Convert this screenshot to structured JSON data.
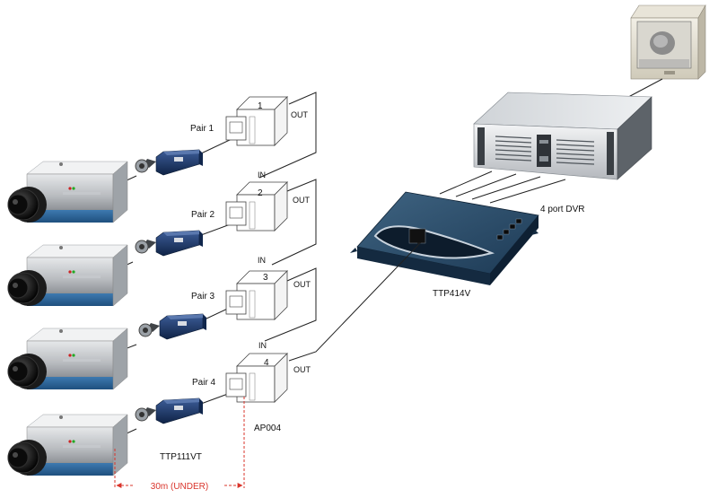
{
  "pairs": [
    {
      "label": "Pair 1",
      "num": "1",
      "in": "",
      "out": "OUT"
    },
    {
      "label": "Pair 2",
      "num": "2",
      "in": "IN",
      "out": "OUT"
    },
    {
      "label": "Pair 3",
      "num": "3",
      "in": "IN",
      "out": "OUT"
    },
    {
      "label": "Pair 4",
      "num": "4",
      "in": "IN",
      "out": "OUT"
    }
  ],
  "labels": {
    "dvr": "4 port DVR",
    "hub": "TTP414V",
    "adapter": "AP004",
    "transceiver": "TTP111VT",
    "distance": "30m (UNDER)"
  },
  "colors": {
    "transceiver": "#1c3a6e",
    "hub": "#2a4d6e",
    "dimension": "#d9342b"
  }
}
